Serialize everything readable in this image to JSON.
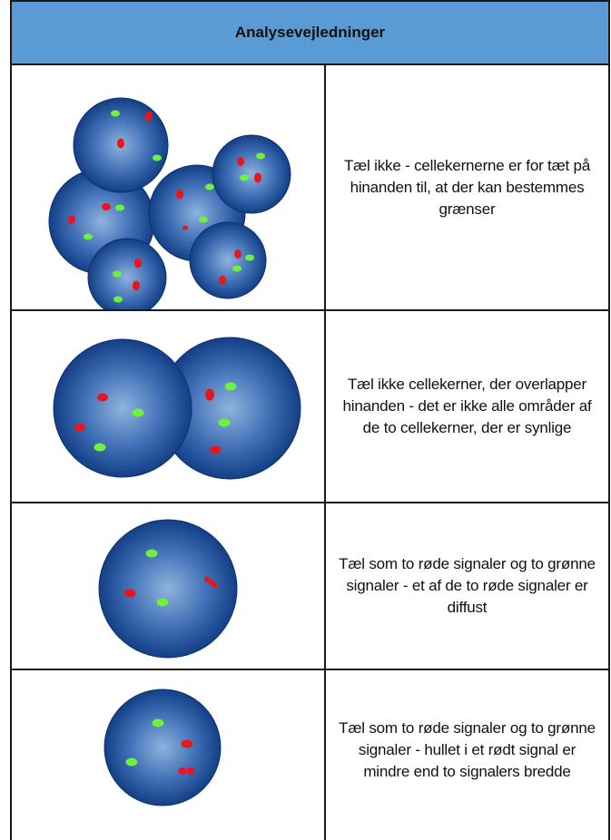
{
  "header": {
    "title": "Analysevejledninger"
  },
  "rows": [
    {
      "text": "Tæl ikke - cellekernerne er for tæt på hinanden til, at der kan bestemmes grænser",
      "illustration": "clustered-nuclei-icon"
    },
    {
      "text": "Tæl ikke cellekerner, der overlapper hinanden - det er ikke alle områder af de to cellekerner, der er synlige",
      "illustration": "overlapping-nuclei-icon"
    },
    {
      "text": "Tæl som to røde signaler og to grønne signaler - et af de to røde signaler er diffust",
      "illustration": "diffuse-signal-nucleus-icon"
    },
    {
      "text": "Tæl som to røde signaler og to grønne signaler - hullet i et rødt signal er mindre end to signalers bredde",
      "illustration": "split-signal-nucleus-icon"
    }
  ],
  "colors": {
    "header_bg": "#5b9bd5",
    "nucleus_center": "#8fb3dd",
    "nucleus_edge": "#123f86",
    "red_signal": "#e8161b",
    "green_signal": "#6ef23a"
  }
}
